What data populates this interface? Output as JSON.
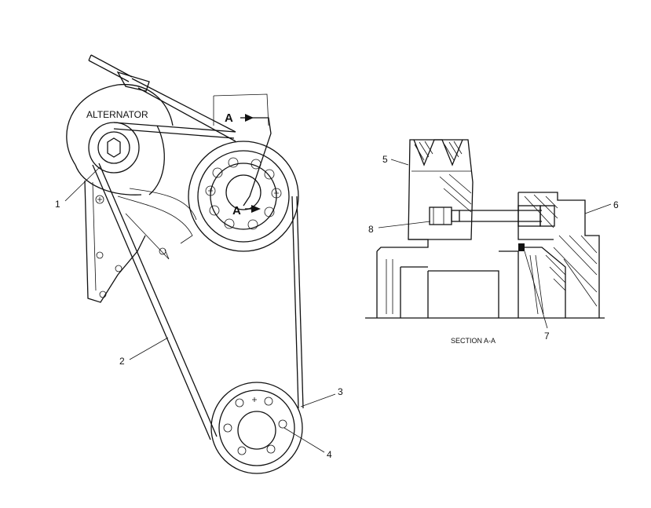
{
  "diagram": {
    "alternator_label": "ALTERNATOR",
    "section_marker_top": "A",
    "section_marker_bottom": "A",
    "section_caption": "SECTION A-A",
    "callouts": {
      "c1": "1",
      "c2": "2",
      "c3": "3",
      "c4": "4",
      "c5": "5",
      "c6": "6",
      "c7": "7",
      "c8": "8"
    }
  }
}
